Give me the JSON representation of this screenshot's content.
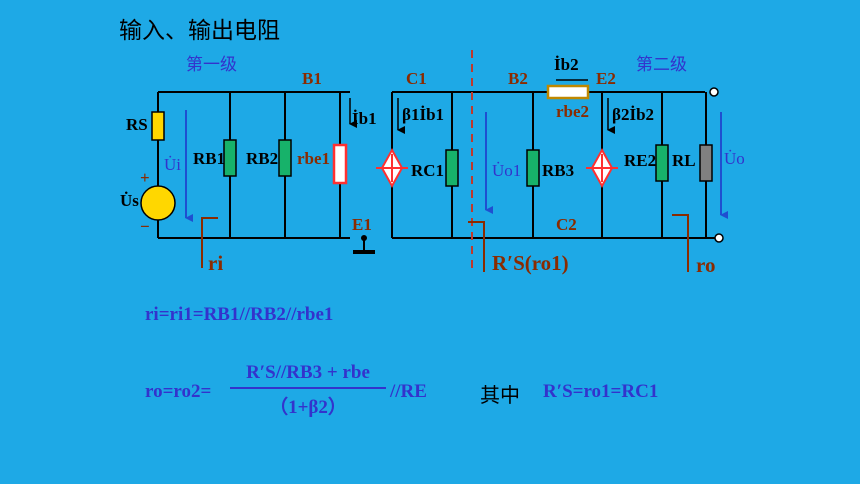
{
  "title": "输入、输出电阻",
  "stage1_label": "第一级",
  "stage2_label": "第二级",
  "labels": {
    "B1": "B1",
    "C1": "C1",
    "B2": "B2",
    "E2": "E2",
    "E1": "E1",
    "C2": "C2",
    "Ib2": "İb2",
    "Ib1": "İb1",
    "rbe2": "rbe2",
    "beta1Ib1": "β1İb1",
    "beta2Ib2": "β2İb2",
    "RS": "RS",
    "RB1": "RB1",
    "RB2": "RB2",
    "rbe1": "rbe1",
    "RC1": "RC1",
    "RB3": "RB3",
    "RE2": "RE2",
    "RL": "RL",
    "Ui": "U̇i",
    "Us": "U̇s",
    "Uo1": "U̇o1",
    "Uo": "U̇o",
    "ri": "ri",
    "ro": "ro",
    "RSro1": "R′S(ro1)",
    "plus": "+",
    "minus": "−"
  },
  "formulas": {
    "ri": "ri=ri1=RB1//RB2//rbe1",
    "ro_lhs": "ro=ro2=",
    "ro_num": "R′S//RB3 + rbe",
    "ro_den": "（1+β2）",
    "ro_rhs": "//RE",
    "where": "其中",
    "rs_def": "R′S=ro1=RC1"
  },
  "colors": {
    "background": "#1ea9e6",
    "wire": "#000000",
    "resistor_green": "#17b26a",
    "resistor_red": "#ff3030",
    "text_blue": "#3333cc",
    "text_brown": "#8a2b00",
    "source_yellow": "#ffd700",
    "arrow_blue": "#1f4fd0"
  }
}
